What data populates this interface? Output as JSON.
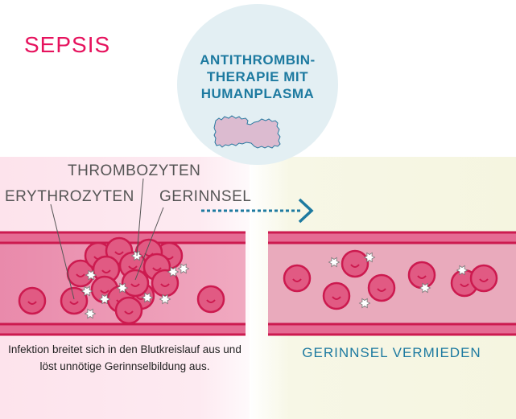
{
  "title": "SEPSIS",
  "therapy": {
    "lines": [
      "ANTITHROMBIN-",
      "THERAPIE MIT",
      "HUMANPLASMA"
    ]
  },
  "labels": {
    "thrombocytes": "THROMBOZYTEN",
    "erythrocytes": "ERYTHROZYTEN",
    "clot": "GERINNSEL"
  },
  "caption": "Infektion breitet sich in den Blutkreislauf aus und löst unnötige Gerinnselbildung aus.",
  "result": "GERINNSEL VERMIEDEN",
  "colors": {
    "accent": "#e6125d",
    "blue": "#1d7aa0",
    "vessel": "#cc1a4f",
    "cell": "#e15a83"
  }
}
